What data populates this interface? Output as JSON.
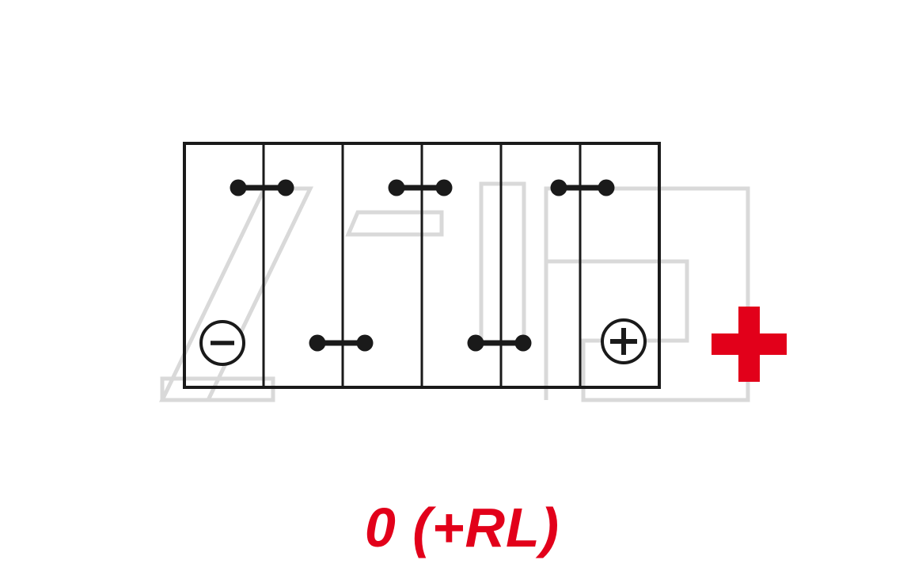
{
  "diagram": {
    "layout_label": "0 (+RL)",
    "negative_terminal_symbol": "−",
    "positive_terminal_symbol": "+",
    "positive_pole_symbol": "+",
    "cell_count": 6,
    "top_connector_count": 3,
    "bottom_connector_count": 2
  },
  "icons": {
    "negative_terminal": "minus-icon",
    "positive_terminal": "plus-icon",
    "positive_pole_marker": "plus-icon",
    "background": "watermark-logo"
  },
  "colors": {
    "accent_red": "#e2001a",
    "line_black": "#1a1a1a",
    "watermark_gray": "#d9d9d9",
    "terminal_fill": "#ffffff",
    "background": "#ffffff"
  }
}
